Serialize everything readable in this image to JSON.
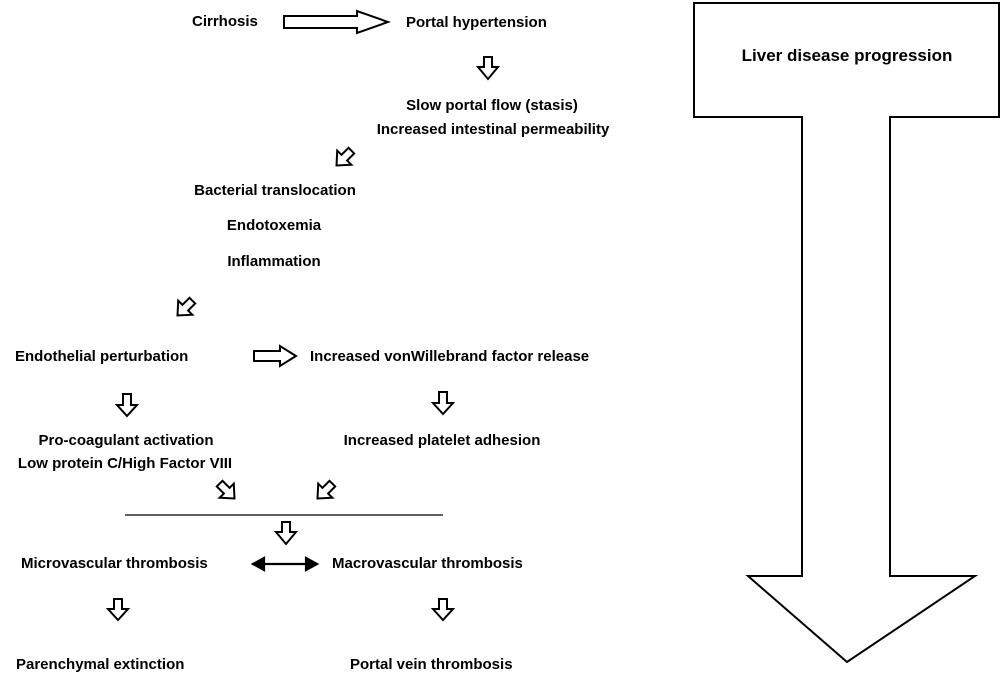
{
  "diagram": {
    "nodes": {
      "cirrhosis": "Cirrhosis",
      "portal_hypertension": "Portal hypertension",
      "slow_portal_flow": "Slow portal flow (stasis)",
      "intestinal_permeability": "Increased intestinal permeability",
      "bacterial_translocation": "Bacterial translocation",
      "endotoxemia": "Endotoxemia",
      "inflammation": "Inflammation",
      "endothelial_perturbation": "Endothelial perturbation",
      "vwf_release": "Increased vonWillebrand factor release",
      "procoagulant_activation": "Pro-coagulant activation",
      "protein_c_factor_viii": "Low protein C/High Factor VIII",
      "platelet_adhesion": "Increased platelet adhesion",
      "microvascular_thrombosis": "Microvascular thrombosis",
      "macrovascular_thrombosis": "Macrovascular thrombosis",
      "parenchymal_extinction": "Parenchymal extinction",
      "portal_vein_thrombosis": "Portal vein thrombosis"
    },
    "progression_label": "Liver disease progression"
  },
  "colors": {
    "stroke": "#000000",
    "fill": "#ffffff",
    "text": "#000000"
  }
}
